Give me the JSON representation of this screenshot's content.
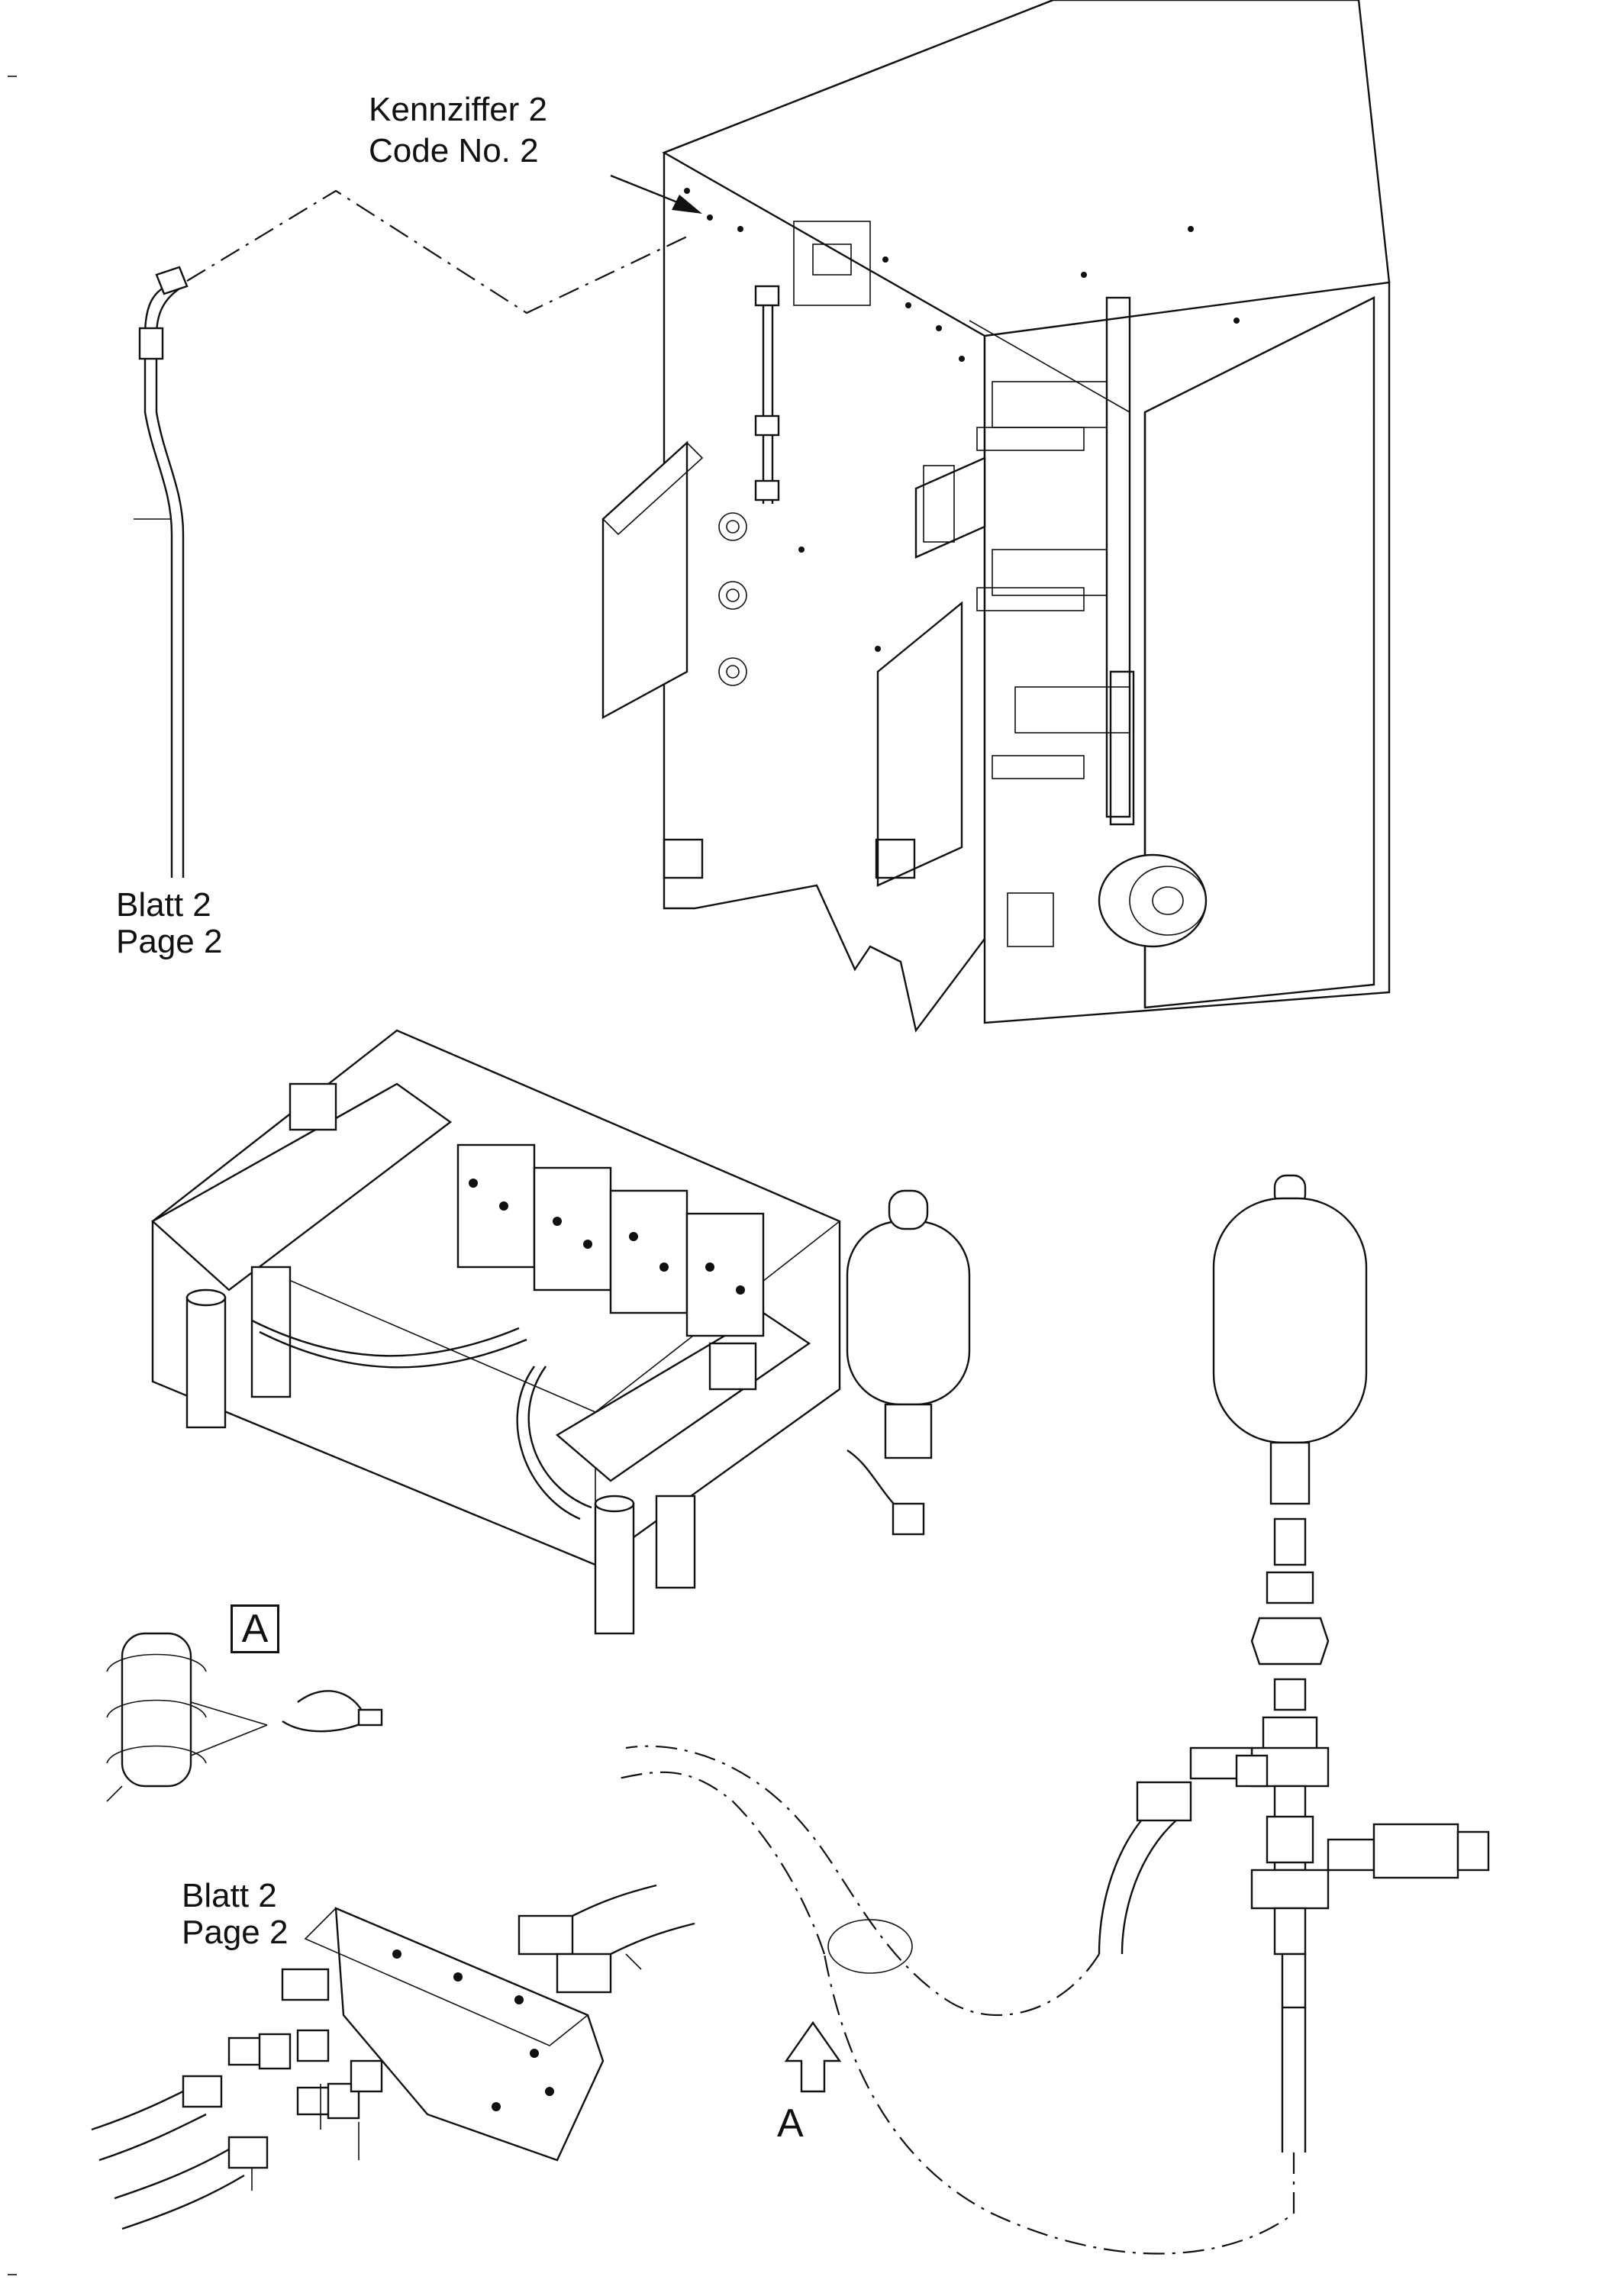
{
  "labels": {
    "code_de": "Kennziffer 2",
    "code_en": "Code No. 2",
    "sheet_top_de": "Blatt 2",
    "sheet_top_en": "Page 2",
    "sheet_bottom_de": "Blatt 2",
    "sheet_bottom_en": "Page 2",
    "detail_a_box": "A",
    "detail_a_arrow": "A"
  }
}
